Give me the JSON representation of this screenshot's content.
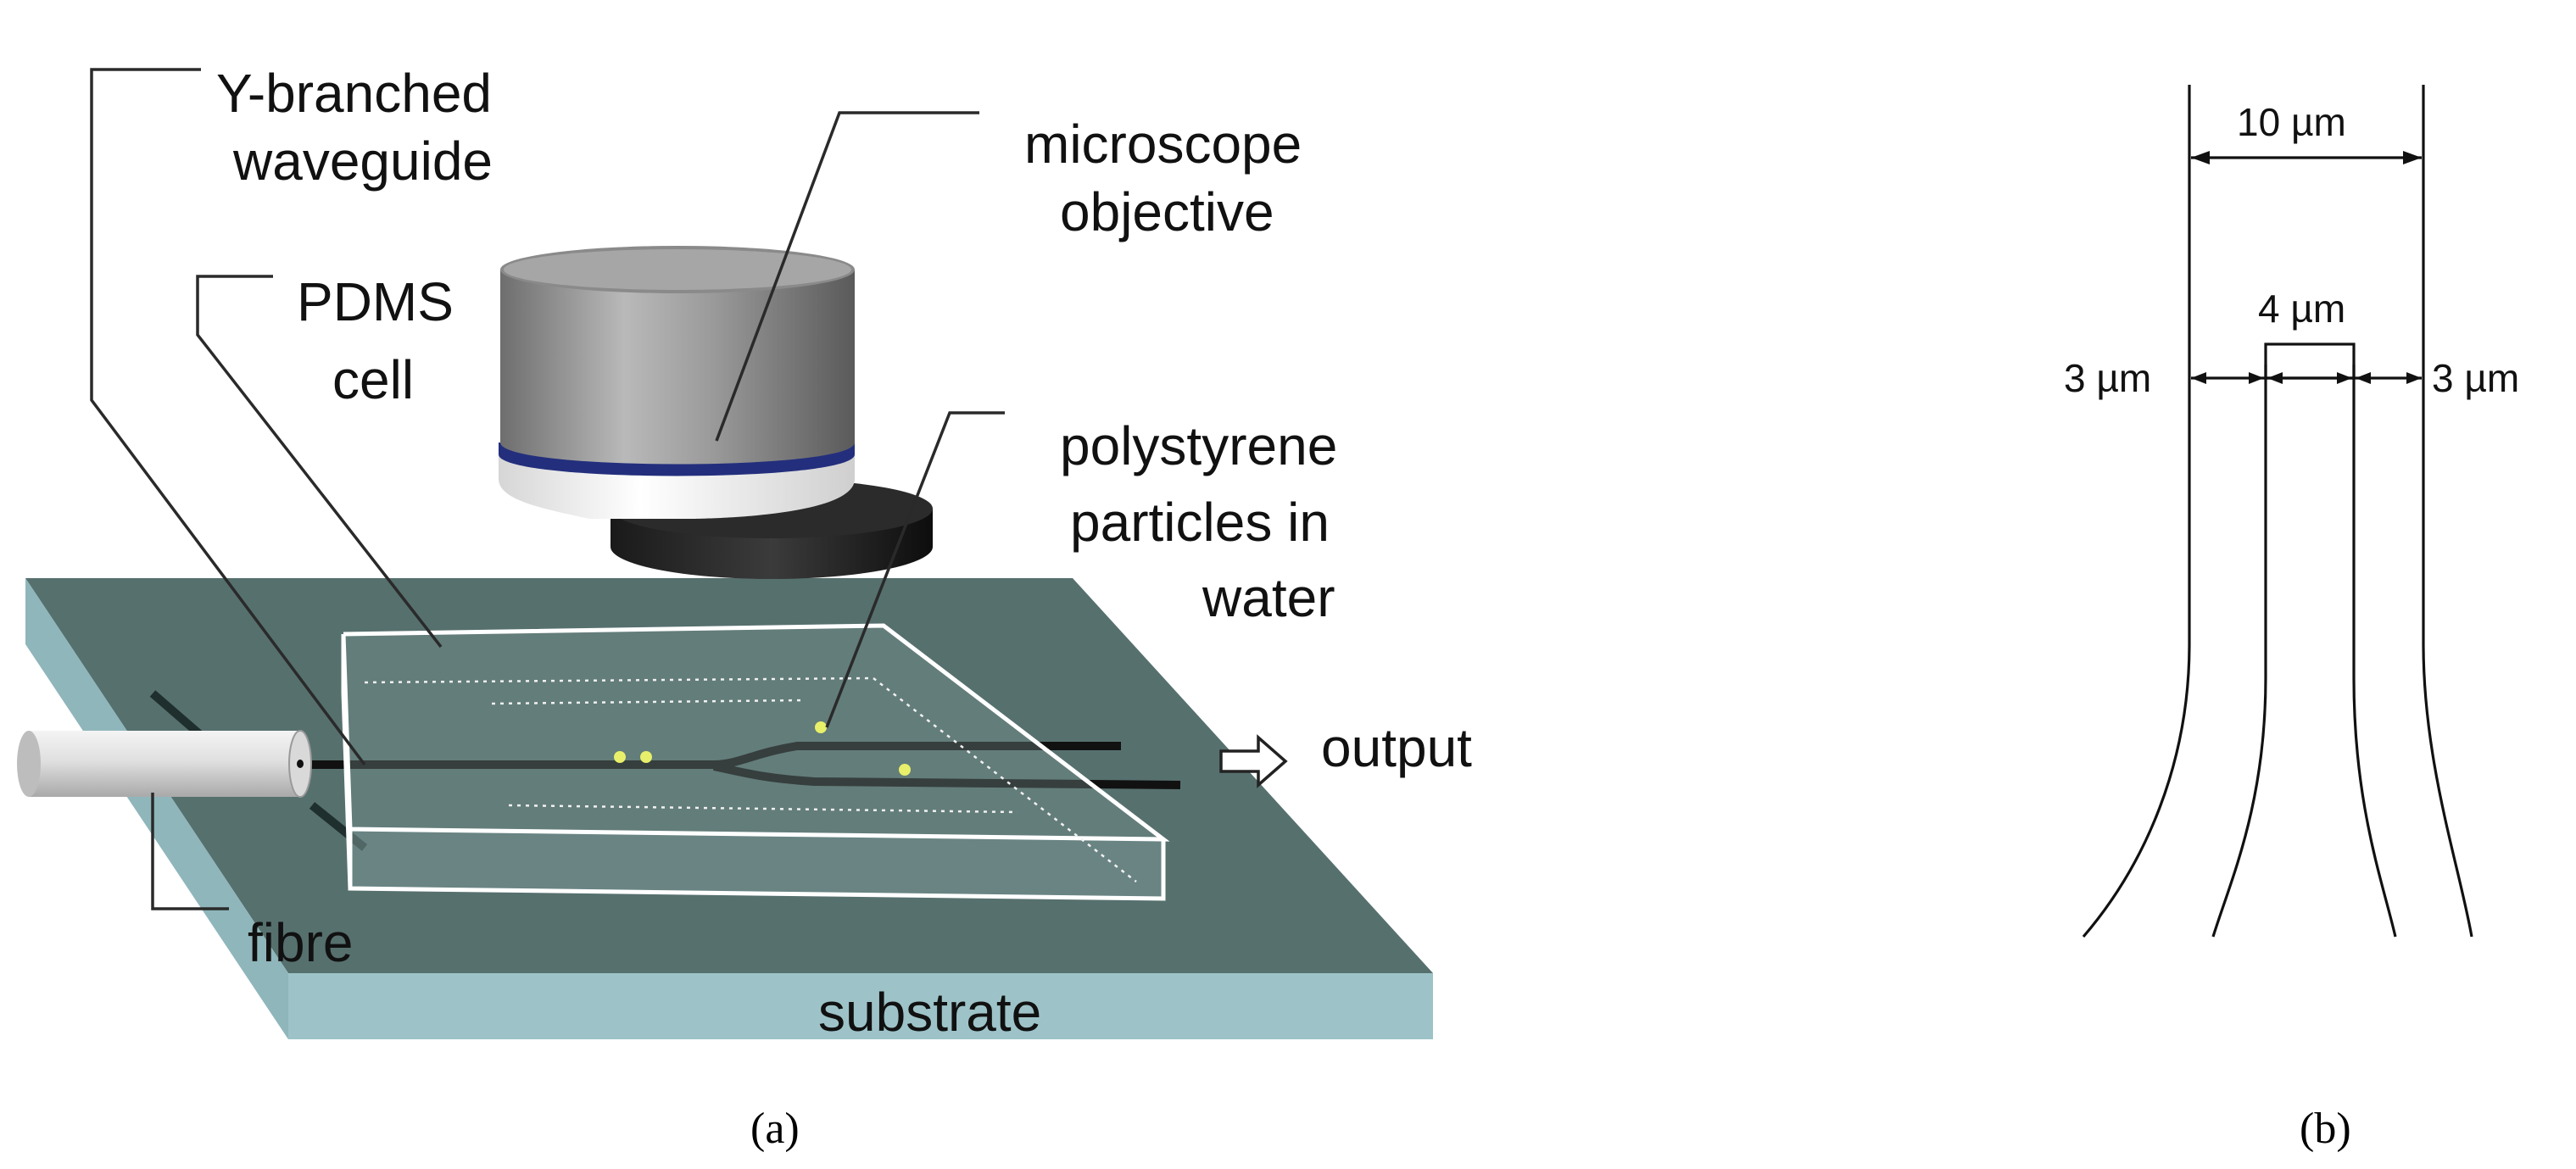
{
  "panel_a": {
    "labels": {
      "waveguide_line1": "Y-branched",
      "waveguide_line2": "waveguide",
      "objective_line1": "microscope",
      "objective_line2": "objective",
      "pdms_line1": "PDMS",
      "pdms_line2": "cell",
      "particles_line1": "polystyrene",
      "particles_line2": "particles in",
      "particles_line3": "water",
      "output": "output",
      "fibre": "fibre",
      "substrate": "substrate"
    },
    "caption": "(a)",
    "colors": {
      "substrate_top": "#56706e",
      "substrate_front": "#8fb6bb",
      "objective_ring": "#232f7d",
      "particles": "#e8ef6a"
    }
  },
  "panel_b": {
    "dimensions": {
      "outer_width": "10 µm",
      "core_width": "4 µm",
      "left_gap": "3 µm",
      "right_gap": "3 µm"
    },
    "caption": "(b)"
  }
}
